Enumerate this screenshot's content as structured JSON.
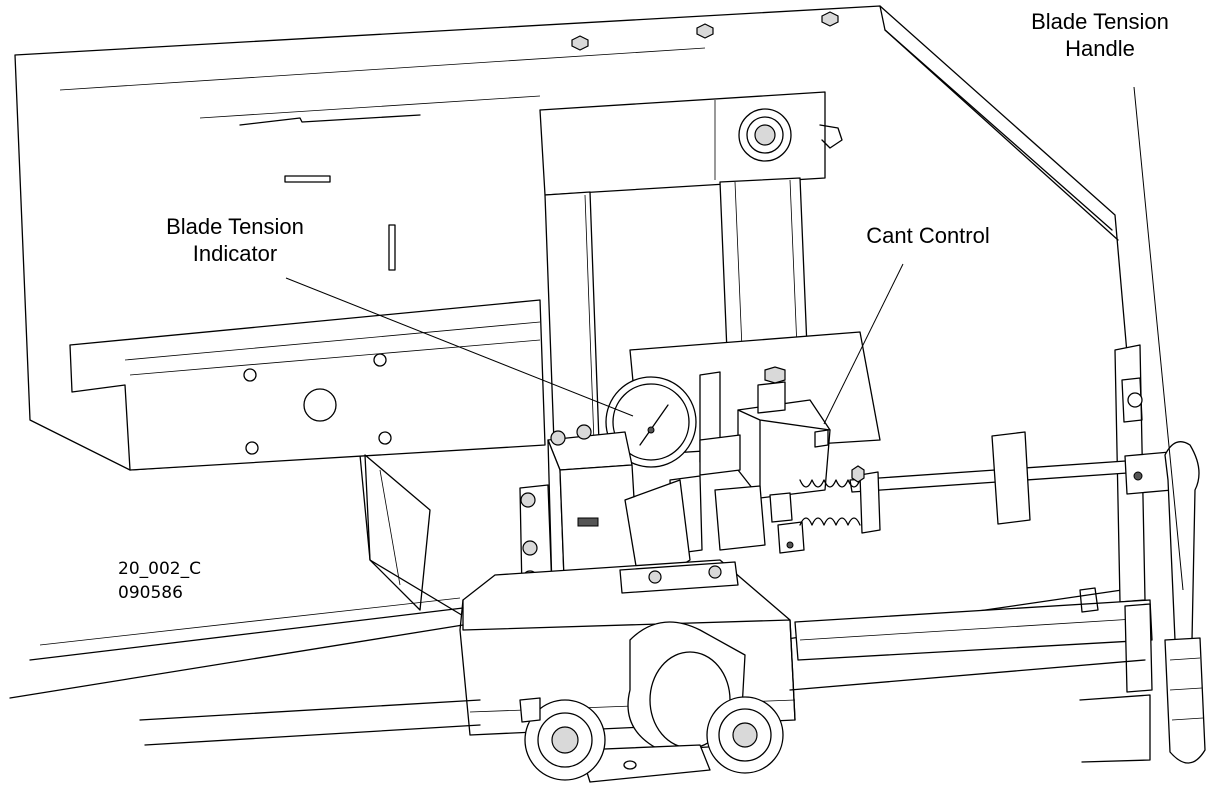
{
  "callouts": {
    "blade_tension_indicator": [
      "Blade Tension",
      "Indicator"
    ],
    "cant_control": [
      "Cant Control"
    ],
    "blade_tension_handle": [
      "Blade Tension",
      "Handle"
    ]
  },
  "drawing_code": [
    "20_002_C",
    "090586"
  ]
}
